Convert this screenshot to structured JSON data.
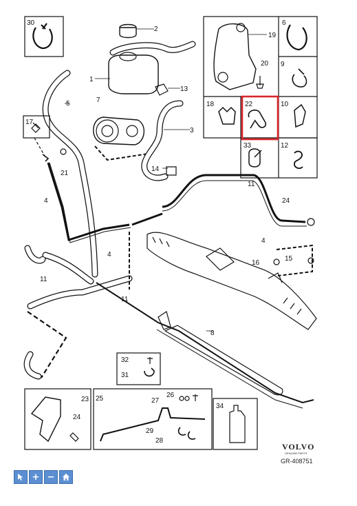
{
  "parts": {
    "p1": "1",
    "p2": "2",
    "p3": "3",
    "p4a": "4",
    "p4b": "4",
    "p4c": "4",
    "p5": "5",
    "p7": "7",
    "p8": "8",
    "p11a": "11",
    "p11b": "11",
    "p11c": "11",
    "p13": "13",
    "p14": "14",
    "p15": "15",
    "p16": "16",
    "p17": "17",
    "p21": "21",
    "p24a": "24",
    "p24b": "24",
    "p27": "27",
    "p26": "26",
    "p29": "29",
    "p28": "28",
    "p23": "23"
  },
  "boxes": {
    "b30": "30",
    "b6": "6",
    "b19": "19",
    "b20": "20",
    "b9": "9",
    "b18": "18",
    "b22": "22",
    "b10": "10",
    "b33": "33",
    "b12": "12",
    "b32": "32",
    "b31": "31",
    "b25": "25",
    "b34": "34"
  },
  "highlight": {
    "part": "22",
    "color": "#d9262c"
  },
  "brand": {
    "name": "VOLVO",
    "sub": "GENUINE PARTS",
    "code": "GR-408751"
  },
  "toolbar": {
    "select_icon": "cursor-arrow-icon",
    "zoom_in": "+",
    "zoom_out": "−",
    "home_icon": "home-icon"
  },
  "colors": {
    "line": "#111111",
    "button": "#5b8fd1",
    "highlight": "#d9262c"
  }
}
